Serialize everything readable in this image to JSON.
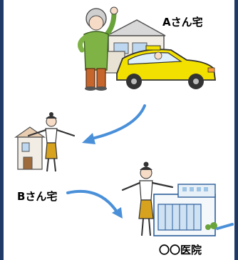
{
  "labels": {
    "house_a": "Aさん宅",
    "house_b": "Bさん宅",
    "clinic": "〇〇医院"
  },
  "colors": {
    "arrow": "#4a90d9",
    "taxi": "#f2e000",
    "frame": "#1f3a66"
  },
  "icons": [
    "elderly-woman-waving",
    "house",
    "taxi",
    "caregiver-woman",
    "clinic-building",
    "route-arrow"
  ]
}
